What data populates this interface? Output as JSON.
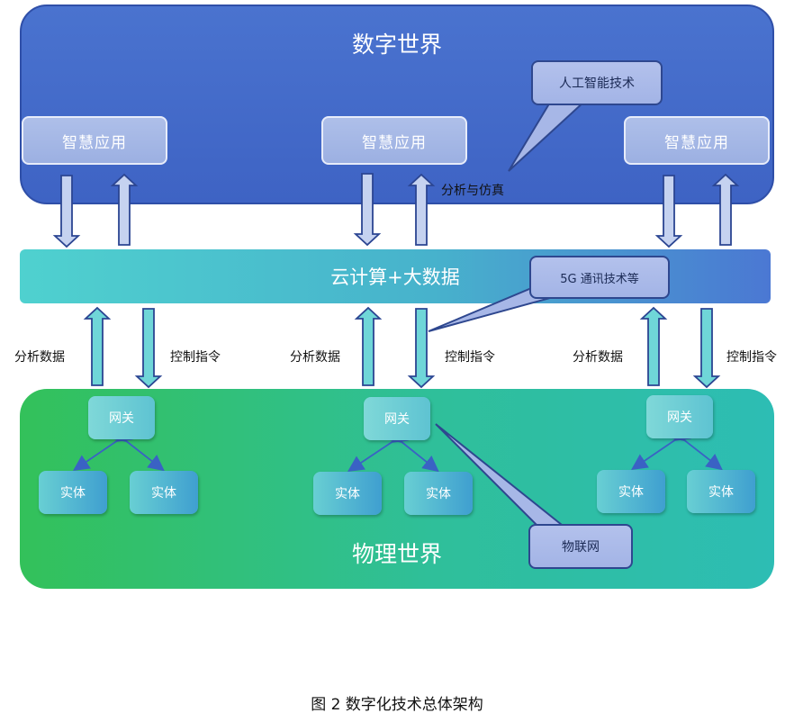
{
  "digital_world": {
    "title": "数字世界"
  },
  "apps": [
    "智慧应用",
    "智慧应用",
    "智慧应用"
  ],
  "ai_callout": "人工智能技术",
  "analysis_simulation": "分析与仿真",
  "cloud": {
    "label": "云计算+大数据"
  },
  "comm_callout": "5G 通讯技术等",
  "flow_labels": {
    "left": [
      "分析数据",
      "控制指令"
    ],
    "middle": [
      "分析数据",
      "控制指令"
    ],
    "right": [
      "分析数据",
      "控制指令"
    ]
  },
  "physical_world": {
    "title": "物理世界"
  },
  "gateways": [
    "网关",
    "网关",
    "网关"
  ],
  "entities": [
    "实体",
    "实体",
    "实体",
    "实体",
    "实体",
    "实体"
  ],
  "iot_callout": "物联网",
  "caption": "图 2 数字化技术总体架构",
  "colors": {
    "digital_panel": "#4a73cf",
    "physical_panel": "#33c15a",
    "cloud_bar": "#47b2cc",
    "callout_fill": "#a3b4e6",
    "down_arrow": "#c5d2f0",
    "up_arrow_cyan": "#6fd6d8"
  }
}
